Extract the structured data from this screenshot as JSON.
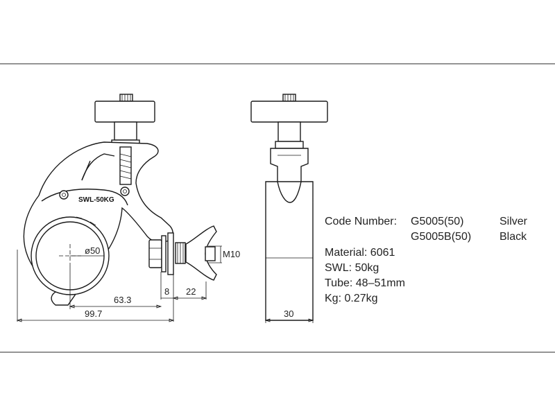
{
  "labels": {
    "engraving": "SWL-50KG",
    "diameter": "ø50",
    "thread": "M10",
    "dim_63_3": "63.3",
    "dim_8": "8",
    "dim_22": "22",
    "dim_99_7": "99.7",
    "dim_30": "30"
  },
  "specs": {
    "code_label": "Code Number:",
    "code_1": "G5005(50)",
    "color_1": "Silver",
    "code_2": "G5005B(50)",
    "color_2": "Black",
    "material": "Material: 6061",
    "swl": "SWL: 50kg",
    "tube": "Tube: 48–51mm",
    "kg": "Kg: 0.27kg"
  }
}
